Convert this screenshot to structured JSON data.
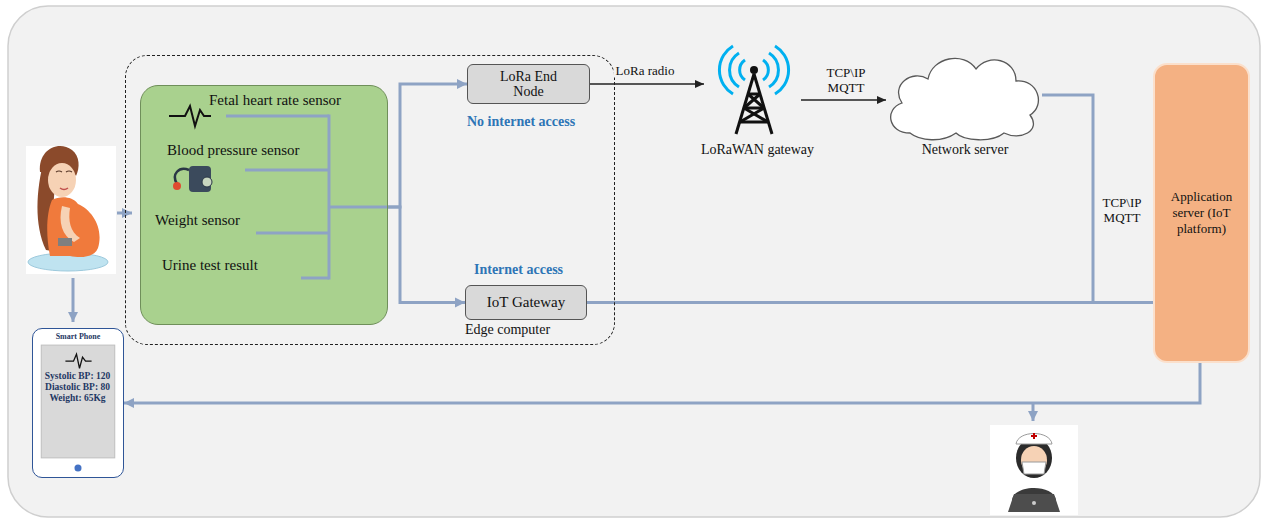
{
  "diagram": {
    "nodes": [
      {
        "text": [
          "Edge computer"
        ]
      },
      {
        "text": [
          "Fetal heart rate sensor",
          "Blood pressure sensor",
          "Weight sensor",
          "Urine test result"
        ],
        "in": 0
      },
      {
        "text": [
          "LoRa End Node"
        ],
        "in": 0
      },
      {
        "text": [
          "IoT Gateway"
        ],
        "in": 0
      },
      {
        "text": [
          "LoRaWAN gateway"
        ]
      },
      {
        "text": [
          "Network server"
        ]
      },
      {
        "text": [
          "Application server (IoT platform)"
        ]
      },
      {
        "text": [
          "Smart Phone",
          "Systolic BP: 120 Diastolic BP: 80 Weight: 65Kg"
        ]
      }
    ],
    "edges": [
      {
        "from": 1,
        "to": 2,
        "arrow": "to"
      },
      {
        "from": 1,
        "to": 3,
        "arrow": "to"
      },
      {
        "from": 2,
        "to": 4,
        "label": "LoRa radio",
        "arrow": "to"
      },
      {
        "from": 4,
        "to": 5,
        "label": "TCP\\IP MQTT",
        "arrow": "to"
      },
      {
        "from": 5,
        "to": 6,
        "label": "TCP\\IP MQTT",
        "arrow": "none"
      },
      {
        "from": 3,
        "to": 6,
        "arrow": "none"
      },
      {
        "from": 6,
        "to": 7,
        "arrow": "to"
      }
    ],
    "labels": [
      "No internet access",
      "Internet access"
    ]
  }
}
